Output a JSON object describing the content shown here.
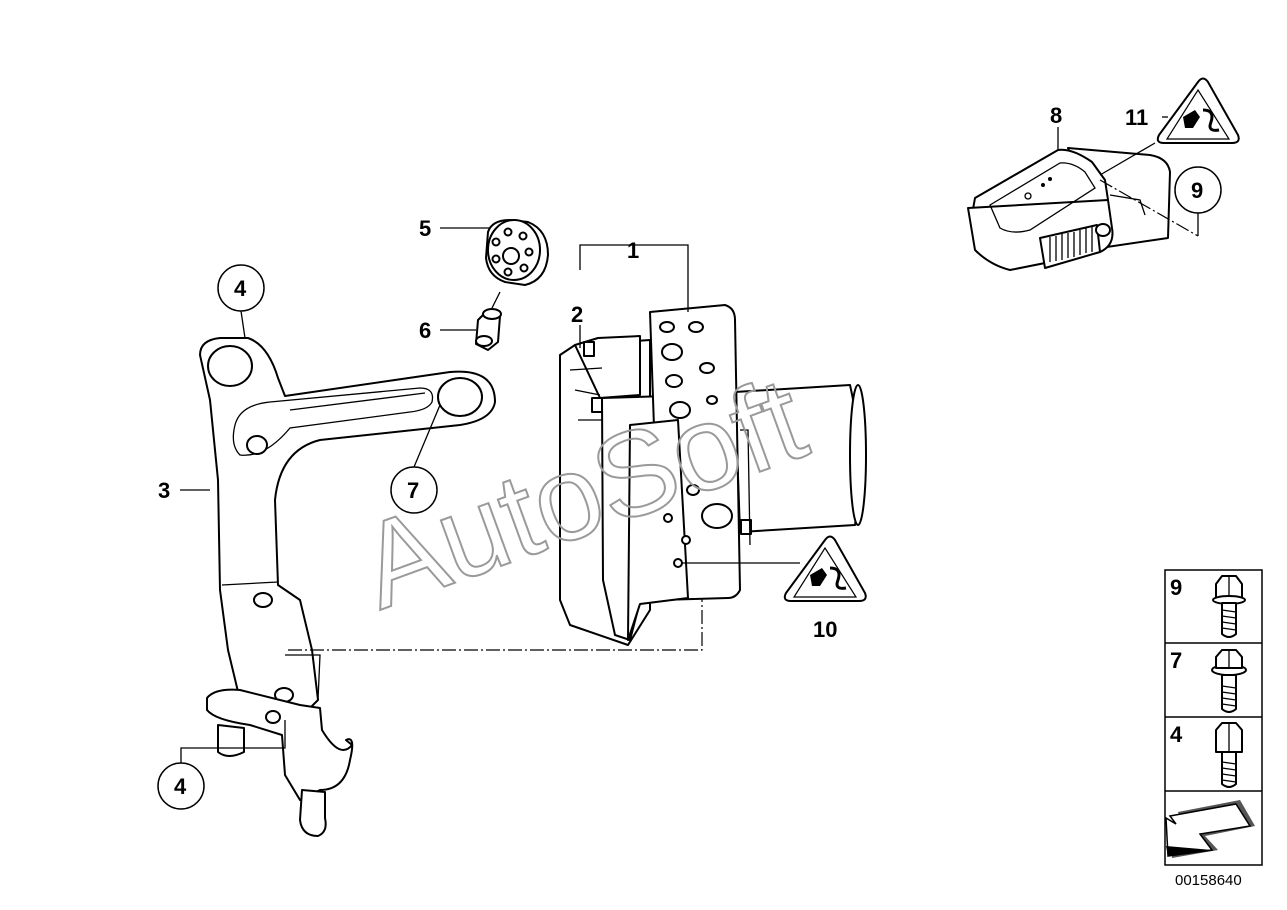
{
  "watermark": "AutoSoft",
  "diagram_number": "00158640",
  "callouts": {
    "c1": "1",
    "c2": "2",
    "c3": "3",
    "c4a": "4",
    "c4b": "4",
    "c5": "5",
    "c6": "6",
    "c7": "7",
    "c8": "8",
    "c9": "9",
    "c10": "10",
    "c11": "11"
  },
  "legend": [
    {
      "number": "9",
      "icon": "hex-flange-bolt-icon"
    },
    {
      "number": "7",
      "icon": "hex-collar-bolt-icon"
    },
    {
      "number": "4",
      "icon": "hex-bolt-icon"
    },
    {
      "number": "",
      "icon": "direction-arrow-icon"
    }
  ]
}
